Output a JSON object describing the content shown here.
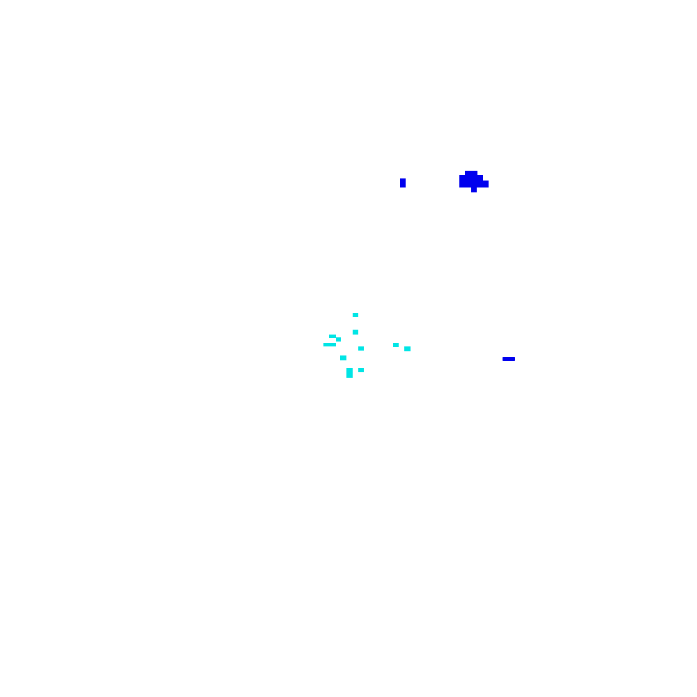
{
  "canvas": {
    "background": "#ffffff"
  },
  "palette": {
    "blue": "#0000ee",
    "cyan": "#00e5e5"
  },
  "clusters": [
    {
      "name": "blue-cluster-top",
      "color": "blue"
    },
    {
      "name": "cyan-cluster-center",
      "color": "cyan"
    },
    {
      "name": "blue-cluster-right",
      "color": "blue"
    }
  ]
}
